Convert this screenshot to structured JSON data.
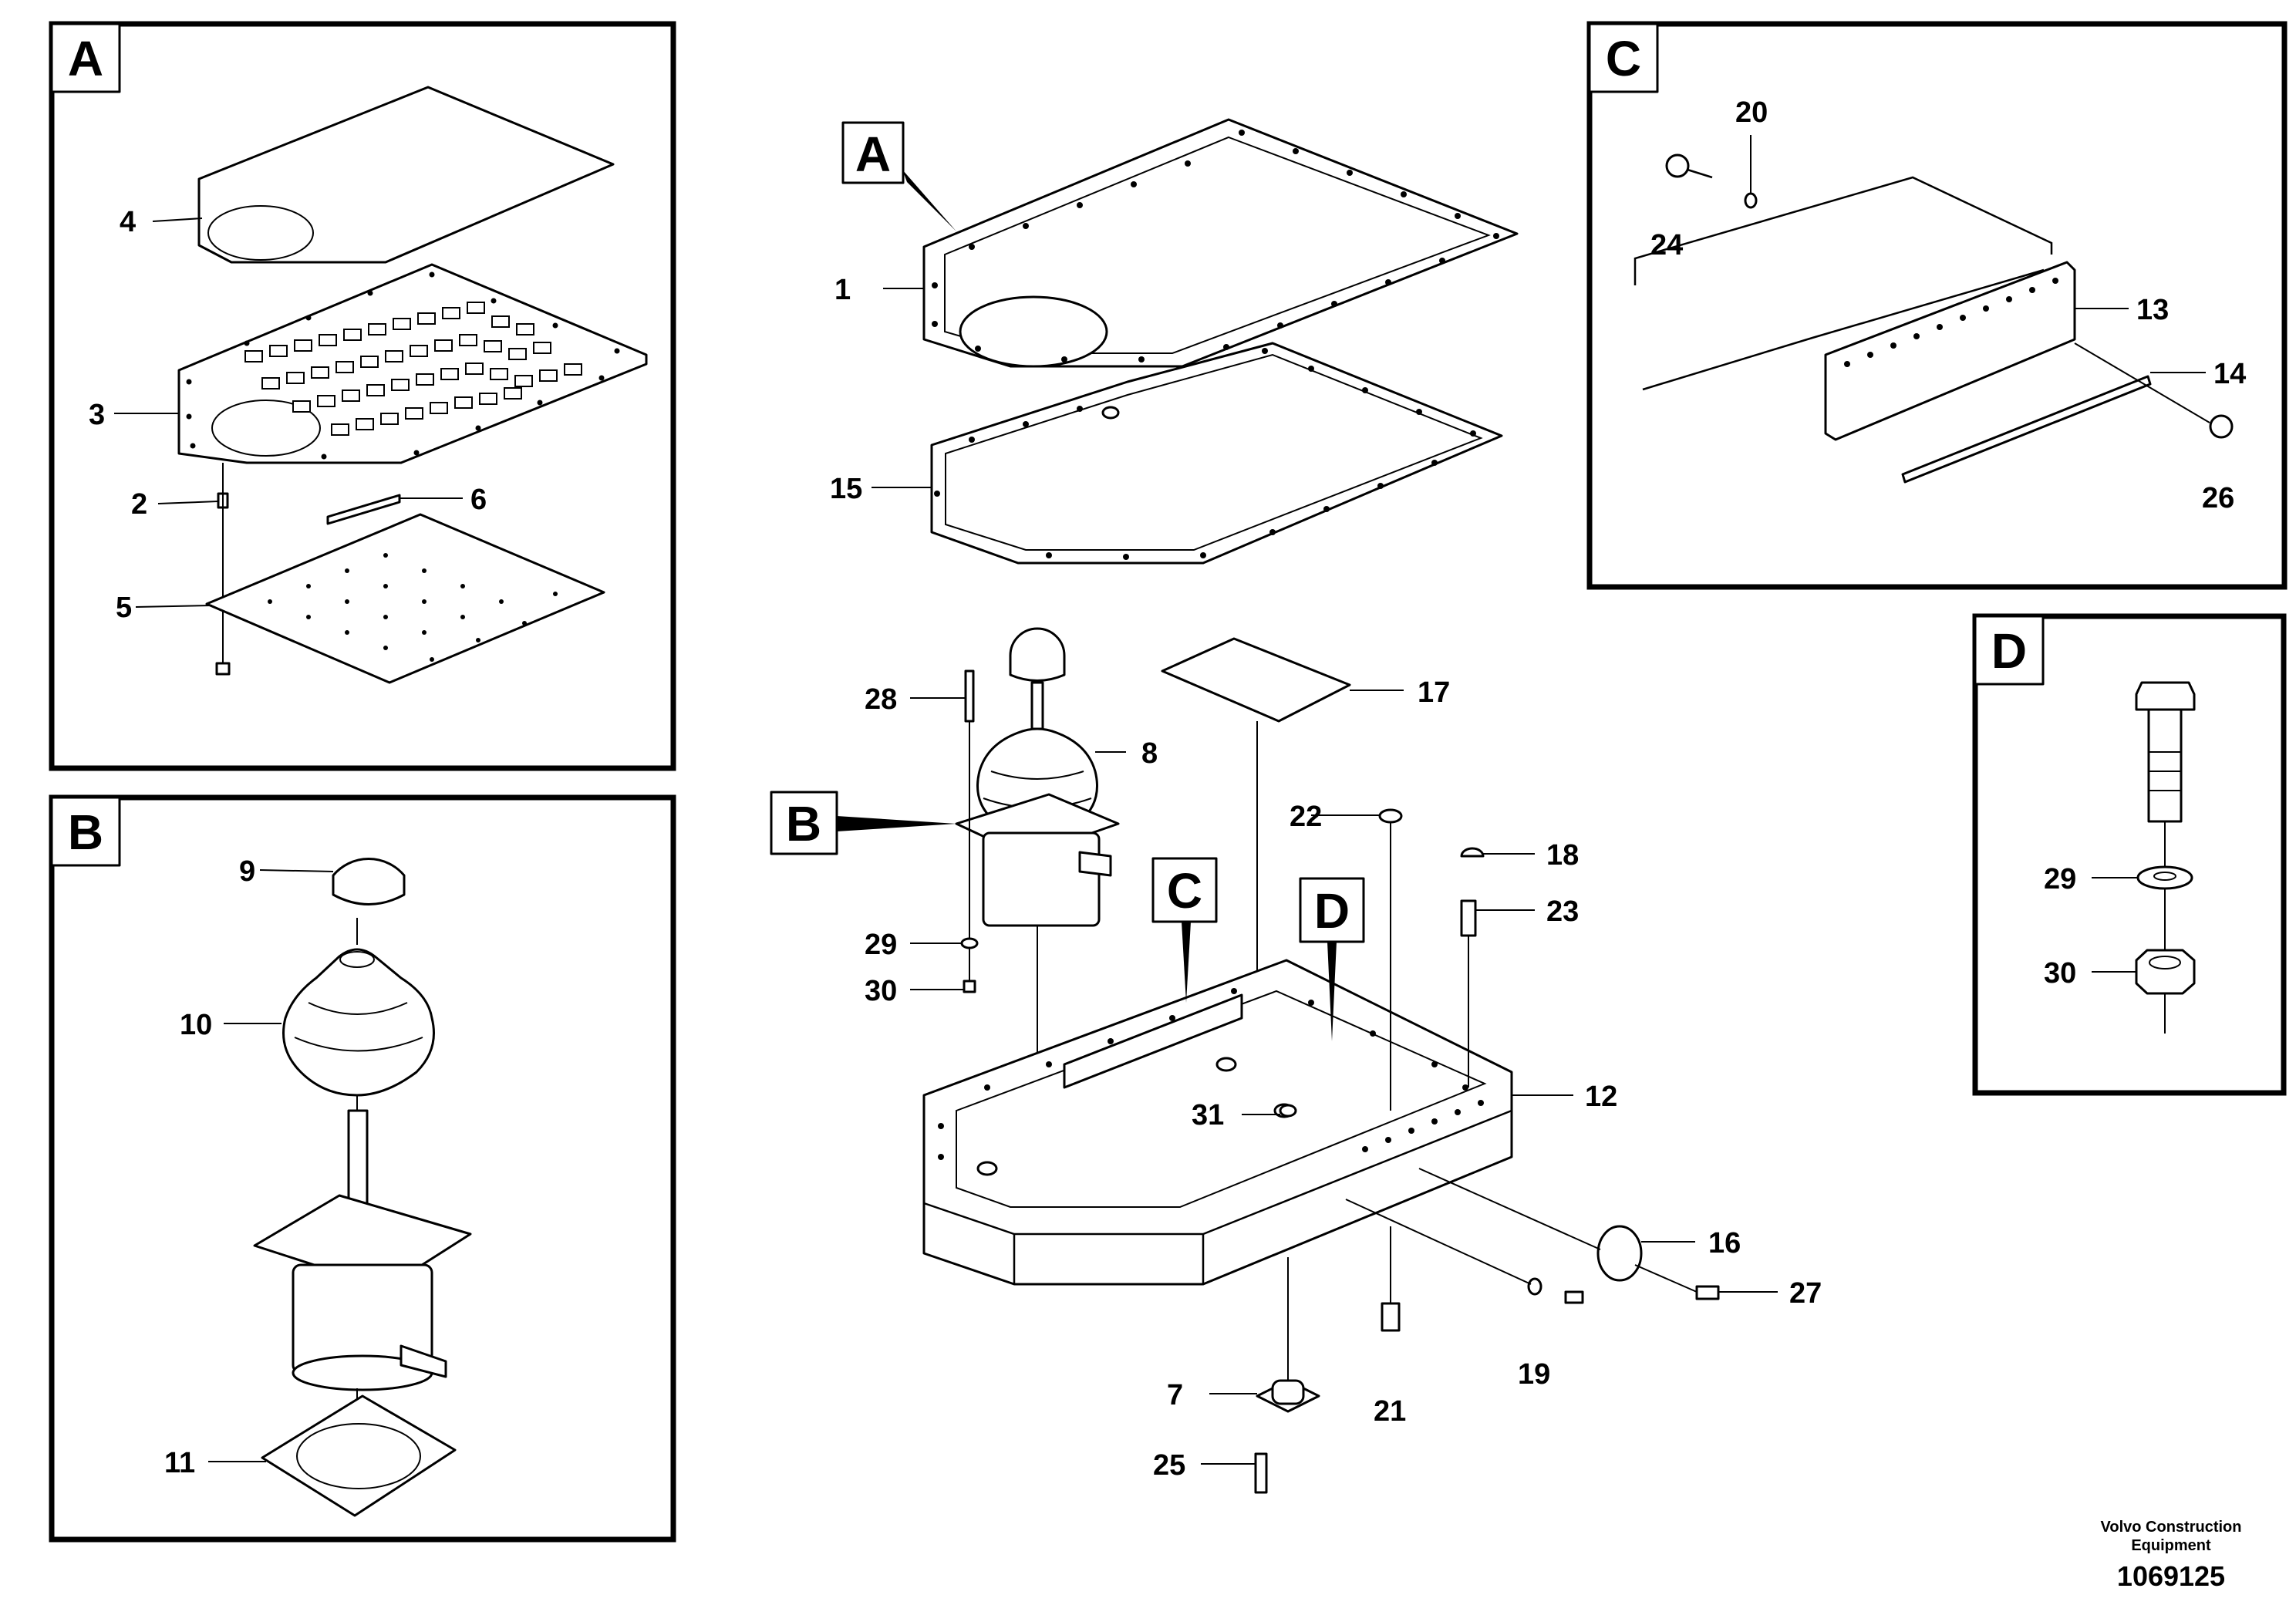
{
  "detail_letters": {
    "A": "A",
    "B": "B",
    "C": "C",
    "D": "D"
  },
  "callouts": {
    "p1": "1",
    "p2": "2",
    "p3": "3",
    "p4": "4",
    "p5": "5",
    "p6": "6",
    "p7": "7",
    "p8": "8",
    "p9": "9",
    "p10": "10",
    "p11": "11",
    "p12": "12",
    "p13": "13",
    "p14": "14",
    "p15": "15",
    "p16": "16",
    "p17": "17",
    "p18": "18",
    "p19": "19",
    "p20": "20",
    "p21": "21",
    "p22": "22",
    "p23": "23",
    "p24": "24",
    "p25": "25",
    "p26": "26",
    "p27": "27",
    "p28": "28",
    "p29": "29",
    "p30": "30",
    "p31": "31"
  },
  "footer": {
    "company_line1": "Volvo Construction",
    "company_line2": "Equipment",
    "drawing_number": "1069125"
  }
}
